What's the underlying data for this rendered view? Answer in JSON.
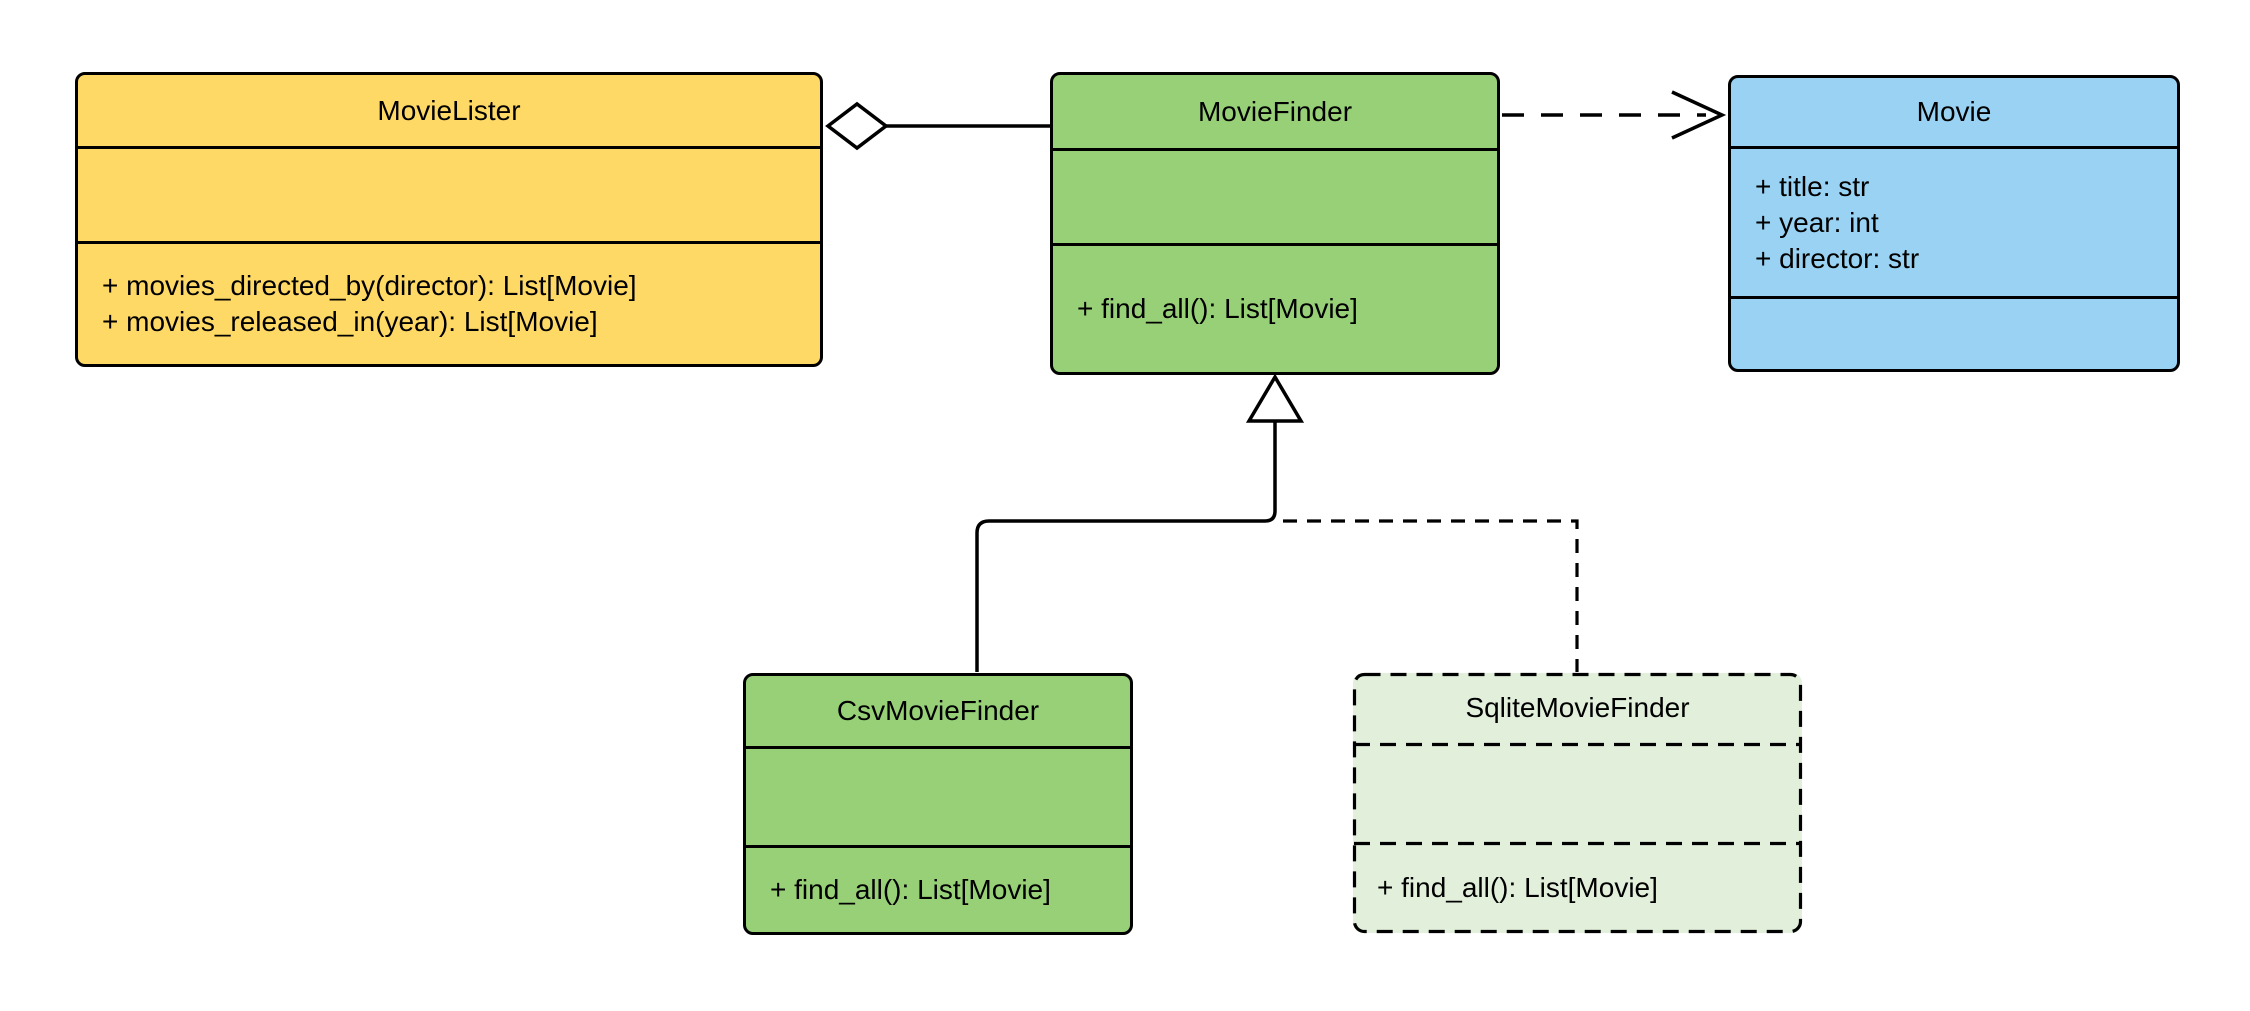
{
  "diagram": {
    "type": "uml-class-diagram",
    "classes": {
      "movie_lister": {
        "name": "MovieLister",
        "attributes": [],
        "methods": [
          "+ movies_directed_by(director): List[Movie]",
          "+ movies_released_in(year): List[Movie]"
        ]
      },
      "movie_finder": {
        "name": "MovieFinder",
        "attributes": [],
        "methods": [
          "+ find_all(): List[Movie]"
        ]
      },
      "movie": {
        "name": "Movie",
        "attributes": [
          "+ title: str",
          "+ year: int",
          "+ director: str"
        ],
        "methods": []
      },
      "csv_movie_finder": {
        "name": "CsvMovieFinder",
        "attributes": [],
        "methods": [
          "+ find_all(): List[Movie]"
        ]
      },
      "sqlite_movie_finder": {
        "name": "SqliteMovieFinder",
        "attributes": [],
        "methods": [
          "+ find_all(): List[Movie]"
        ]
      }
    },
    "relationships": [
      {
        "type": "aggregation",
        "from": "MovieLister",
        "to": "MovieFinder",
        "line": "solid",
        "marker": "hollow-diamond"
      },
      {
        "type": "dependency",
        "from": "MovieFinder",
        "to": "Movie",
        "line": "dashed",
        "marker": "open-arrow"
      },
      {
        "type": "inheritance",
        "from": "CsvMovieFinder",
        "to": "MovieFinder",
        "line": "solid",
        "marker": "hollow-triangle"
      },
      {
        "type": "inheritance",
        "from": "SqliteMovieFinder",
        "to": "MovieFinder",
        "line": "dashed",
        "marker": "hollow-triangle"
      }
    ],
    "colors": {
      "movie_lister_fill": "#FFD966",
      "movie_finder_fill": "#97D077",
      "csv_movie_finder_fill": "#97D077",
      "sqlite_movie_finder_fill": "#E2F0DB",
      "movie_fill": "#99D2F2",
      "stroke": "#000000",
      "background": "#FFFFFF"
    }
  }
}
